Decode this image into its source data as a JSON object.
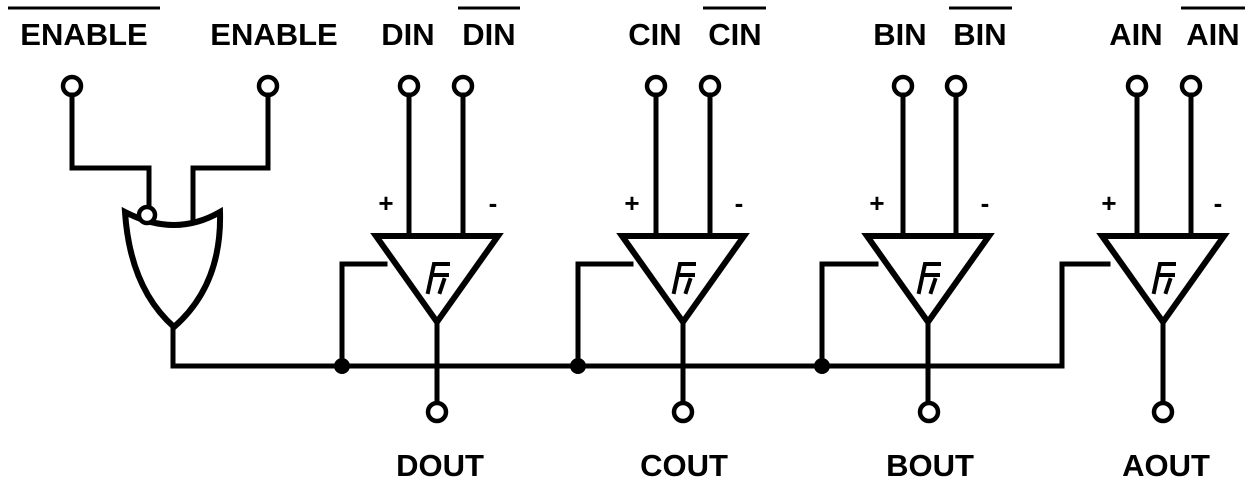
{
  "enable_inputs": {
    "enable_bar": "ENABLE",
    "enable": "ENABLE"
  },
  "channels": [
    {
      "in_pos": "DIN",
      "in_neg": "DIN",
      "plus": "+",
      "minus": "-",
      "out": "DOUT"
    },
    {
      "in_pos": "CIN",
      "in_neg": "CIN",
      "plus": "+",
      "minus": "-",
      "out": "COUT"
    },
    {
      "in_pos": "BIN",
      "in_neg": "BIN",
      "plus": "+",
      "minus": "-",
      "out": "BOUT"
    },
    {
      "in_pos": "AIN",
      "in_neg": "AIN",
      "plus": "+",
      "minus": "-",
      "out": "AOUT"
    }
  ]
}
